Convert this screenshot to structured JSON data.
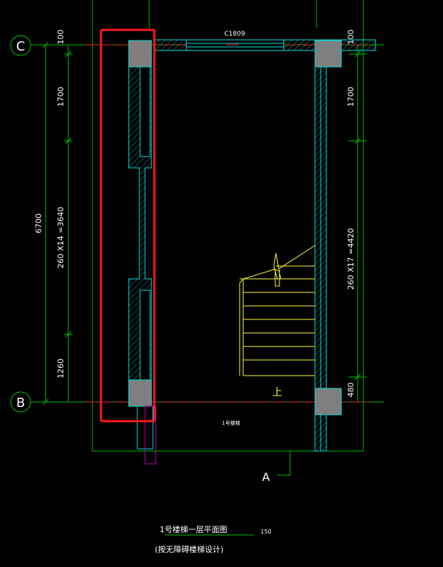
{
  "drawing": {
    "grid_axes": {
      "c": "C",
      "b": "B",
      "a": "A"
    },
    "window_label": "C1809",
    "left_dimensions": {
      "top": "100",
      "seg1": "1700",
      "seg2": "260 X14 =3640",
      "seg3": "1260",
      "total": "6700"
    },
    "right_dimensions": {
      "top": "100",
      "seg1": "1700",
      "seg2": "260 X17 =4420",
      "seg3": "480"
    },
    "up_label": "上",
    "room_label": "1号楼梯",
    "title": "1号楼梯一层平面图",
    "scale": "150",
    "subtitle": "(按无障碍楼梯设计)"
  },
  "colors": {
    "background": "#000000",
    "axis": "#00c000",
    "dimension": "#00c000",
    "wall": "#00e0e0",
    "hatch": "#00c0c0",
    "stair": "#ffff33",
    "centerline": "#ff2020",
    "highlight": "#ff1a1a",
    "column": "#808080",
    "door": "#c000c0",
    "text": "#ffffff"
  }
}
